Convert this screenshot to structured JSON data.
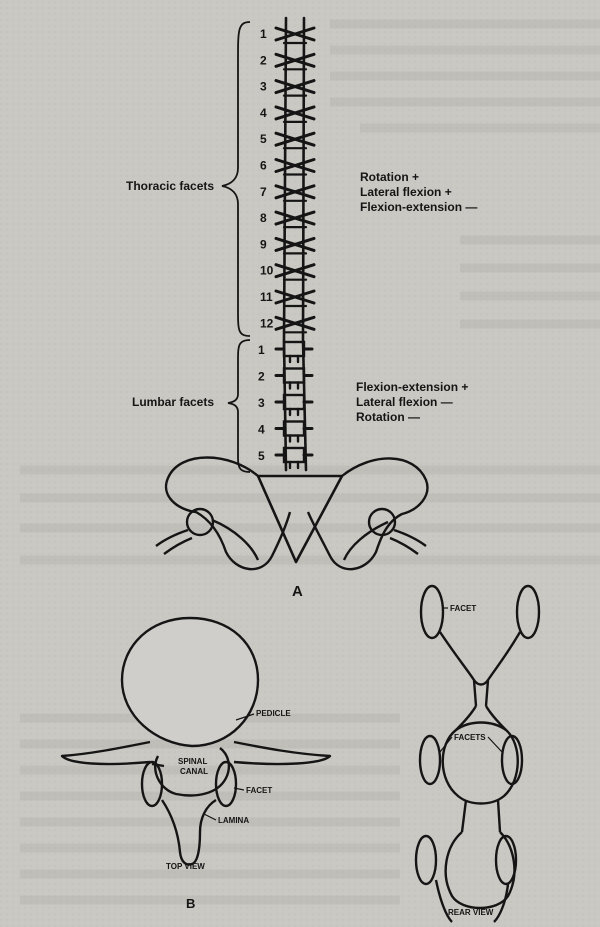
{
  "spine": {
    "thoracic_numbers": [
      "1",
      "2",
      "3",
      "4",
      "5",
      "6",
      "7",
      "8",
      "9",
      "10",
      "11",
      "12"
    ],
    "lumbar_numbers": [
      "1",
      "2",
      "3",
      "4",
      "5"
    ],
    "thoracic_label": "Thoracic facets",
    "lumbar_label": "Lumbar facets",
    "thoracic_motions": [
      "Rotation +",
      "Lateral flexion +",
      "Flexion-extension —"
    ],
    "lumbar_motions": [
      "Flexion-extension +",
      "Lateral flexion —",
      "Rotation —"
    ],
    "figure_letter": "A"
  },
  "vertebra_top": {
    "labels": {
      "pedicle": "PEDICLE",
      "spinal": "SPINAL",
      "canal": "CANAL",
      "facet": "FACET",
      "lamina": "LAMINA",
      "view": "TOP VIEW"
    },
    "figure_letter": "B"
  },
  "vertebra_rear": {
    "labels": {
      "facet": "FACET",
      "facets": "FACETS",
      "view": "REAR VIEW"
    }
  },
  "colors": {
    "ink": "#151515",
    "paper": "#c9c8c3",
    "bleed": "#aeada8"
  }
}
